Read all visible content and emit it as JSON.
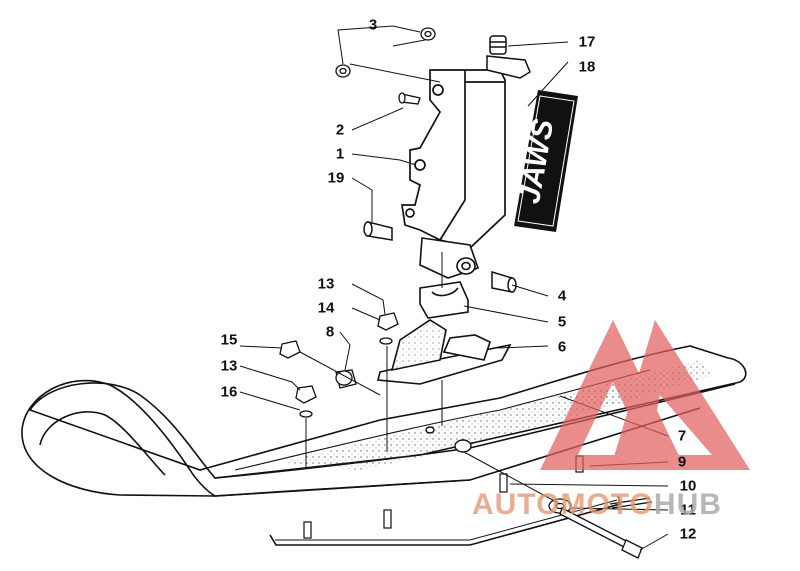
{
  "callouts": {
    "c1": "1",
    "c2": "2",
    "c3": "3",
    "c4": "4",
    "c5": "5",
    "c6": "6",
    "c7": "7",
    "c8": "8",
    "c9": "9",
    "c10": "10",
    "c11": "11",
    "c12": "12",
    "c13a": "13",
    "c13b": "13",
    "c14": "14",
    "c15": "15",
    "c16": "16",
    "c17": "17",
    "c18": "18",
    "c19": "19"
  },
  "decal_text": "JAWS",
  "watermark": {
    "part1": "AUTOMOTO",
    "part2": "HUB"
  },
  "colors": {
    "line": "#111111",
    "decal_bg": "#111111",
    "watermark_triangle": "#e26060",
    "watermark_text_orange": "#e2966e",
    "watermark_text_gray": "#aaaaaa"
  }
}
